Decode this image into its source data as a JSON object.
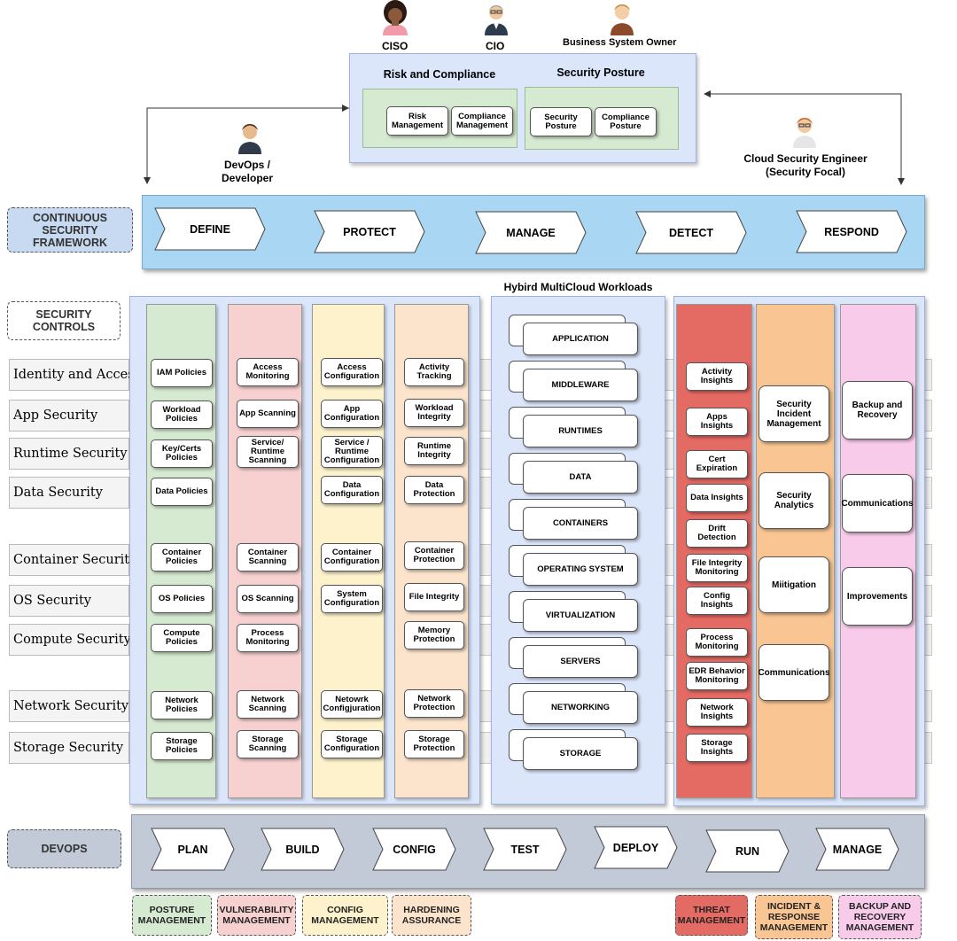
{
  "roles": {
    "ciso": "CISO",
    "cio": "CIO",
    "business_owner": "Business System Owner",
    "devops_line1": "DevOps /",
    "devops_line2": "Developer",
    "cloud_engineer_line1": "Cloud Security Engineer",
    "cloud_engineer_line2": "(Security Focal)"
  },
  "top_panel": {
    "risk_title": "Risk and Compliance",
    "posture_title": "Security Posture",
    "risk_cards": [
      "Risk\nManagement",
      "Compliance\nManagement"
    ],
    "posture_cards": [
      "Security\nPosture",
      "Compliance\nPosture"
    ]
  },
  "framework": {
    "tag": "CONTINUOUS\nSECURITY\nFRAMEWORK",
    "steps": [
      "DEFINE",
      "PROTECT",
      "MANAGE",
      "DETECT",
      "RESPOND"
    ]
  },
  "security_controls": {
    "tag": "SECURITY\nCONTROLS",
    "rows": [
      "Identity and Access",
      "App Security",
      "Runtime Security",
      "Data Security",
      "Container Security",
      "OS Security",
      "Compute Security",
      "Network Security",
      "Storage Security"
    ]
  },
  "columns": {
    "posture": [
      "IAM Policies",
      "Workload\nPolicies",
      "Key/Certs\nPolicies",
      "Data Policies",
      "Container\nPolicies",
      "OS Policies",
      "Compute\nPolicies",
      "Network\nPolicies",
      "Storage\nPolicies"
    ],
    "vulnerability": [
      "Access\nMonitoring",
      "App Scanning",
      "Service/\nRuntime\nScanning",
      "Container\nScanning",
      "OS Scanning",
      "Process\nMonitoring",
      "Network\nScanning",
      "Storage\nScanning"
    ],
    "config": [
      "Access\nConfiguration",
      "App\nConfiguration",
      "Service /\nRuntime\nConfiguration",
      "Data\nConfiguration",
      "Container\nConfiguration",
      "System\nConfiguration",
      "Netowrk\nConfigjuration",
      "Storage\nConfiguration"
    ],
    "hardening": [
      "Activity\nTracking",
      "Workload\nIntegrity",
      "Runtime\nIntegrity",
      "Data\nProtection",
      "Container\nProtection",
      "File Integrity",
      "Memory\nProtection",
      "Network\nProtection",
      "Storage\nProtection"
    ]
  },
  "workloads": {
    "title": "Hybird MultiCloud Workloads",
    "layers": [
      "APPLICATION",
      "MIDDLEWARE",
      "RUNTIMES",
      "DATA",
      "CONTAINERS",
      "OPERATING SYSTEM",
      "VIRTUALIZATION",
      "SERVERS",
      "NETWORKING",
      "STORAGE"
    ]
  },
  "threat": [
    "Activity\nInsights",
    "Apps\nInsights",
    "Cert\nExpiration",
    "Data Insights",
    "Drift\nDetection",
    "File Integrity\nMonitoring",
    "Config\nInsights",
    "Process\nMonitoring",
    "EDR Behavior\nMonitoring",
    "Network\nInsights",
    "Storage\nInsights"
  ],
  "incident": [
    "Security\nIncident\nManagement",
    "Security\nAnalytics",
    "Miitigation",
    "Communications"
  ],
  "backup": [
    "Backup and\nRecovery",
    "Communications",
    "Improvements"
  ],
  "devops": {
    "tag": "DEVOPS",
    "steps": [
      "PLAN",
      "BUILD",
      "CONFIG",
      "TEST",
      "DEPLOY",
      "RUN",
      "MANAGE"
    ]
  },
  "legend": [
    {
      "label": "POSTURE\nMANAGEMENT",
      "color": "#d5ead0"
    },
    {
      "label": "VULNERABILITY\nMANAGEMENT",
      "color": "#f7d0d0"
    },
    {
      "label": "CONFIG\nMANAGEMENT",
      "color": "#fdf2cc"
    },
    {
      "label": "HARDENING\nASSURANCE",
      "color": "#fbe3cc"
    },
    {
      "label": "THREAT\nMANAGEMENT",
      "color": "#e46a64"
    },
    {
      "label": "INCIDENT &\nRESPONSE\nMANAGEMENT",
      "color": "#f8c593"
    },
    {
      "label": "BACKUP AND\nRECOVERY\nMANAGEMENT",
      "color": "#f8cbeb"
    }
  ],
  "colors": {
    "posture": "#d5ead0",
    "vulnerability": "#f7d0d0",
    "config": "#fdf2cc",
    "hardening": "#fbe3cc",
    "threat": "#e46a64",
    "incident": "#f8c593",
    "backup": "#f8cbeb"
  },
  "icons": {
    "ciso": "woman-avatar-icon",
    "cio": "man-glasses-avatar-icon",
    "owner": "man-avatar-icon",
    "devops": "developer-avatar-icon",
    "engineer": "engineer-avatar-icon"
  }
}
